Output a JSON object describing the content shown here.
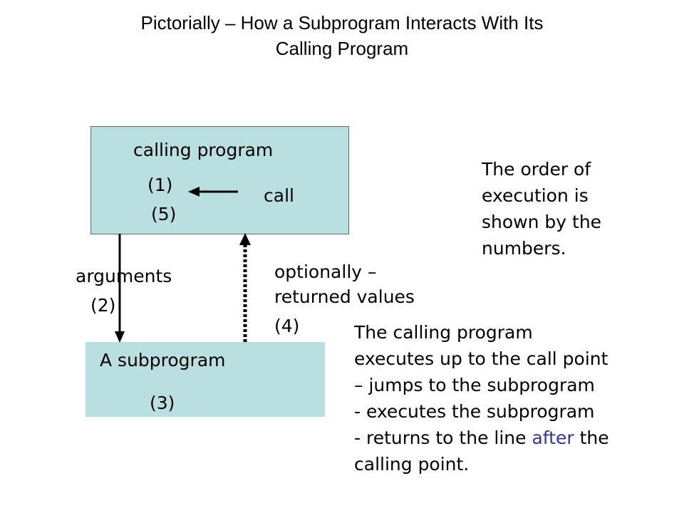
{
  "title": {
    "line1": "Pictorially – How a Subprogram Interacts With Its",
    "line2": "Calling Program"
  },
  "calling_box": {
    "label": "calling program",
    "step1": "(1)",
    "step5": "(5)",
    "call_label": "call"
  },
  "subprogram_box": {
    "label": "A subprogram",
    "step3": "(3)"
  },
  "arguments": {
    "label": "arguments",
    "step": "(2)"
  },
  "returned": {
    "line1": "optionally –",
    "line2": "returned values",
    "step": "(4)"
  },
  "order_note": [
    "The order of",
    "execution is",
    "shown by the",
    "numbers."
  ],
  "explanation": {
    "line1": "The calling program",
    "line2": "executes up to the call point",
    "line3": "– jumps to the subprogram",
    "line4": "- executes the subprogram",
    "line5_before": "- returns to the line ",
    "line5_highlight": "after",
    "line5_after": " the",
    "line6": "calling point."
  },
  "colors": {
    "box_fill": "#b9dfe0",
    "highlight_text": "#333399",
    "arrows": "#000000"
  }
}
